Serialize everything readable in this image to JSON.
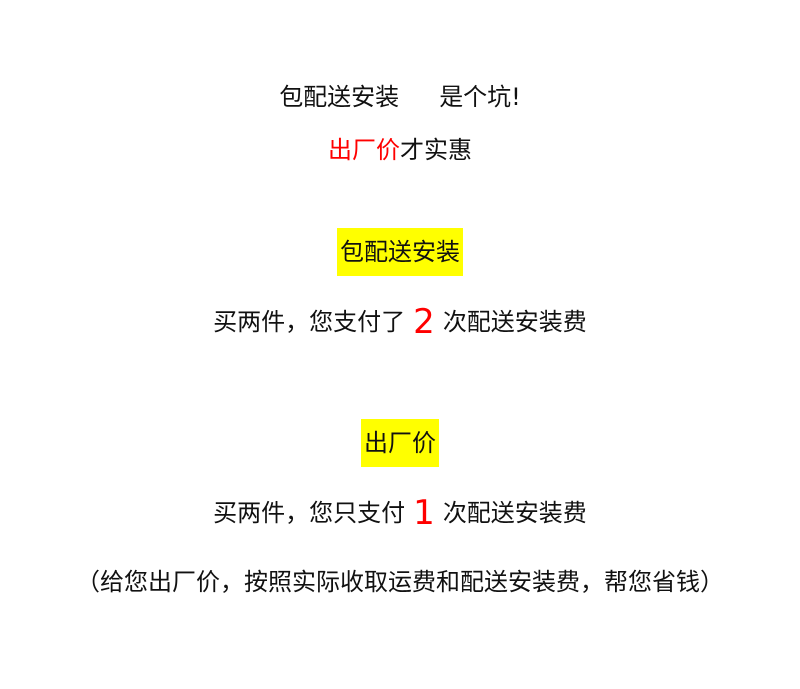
{
  "intro": {
    "line1_part1": "包配送安装",
    "line1_part2": "是个坑!",
    "line2_red": "出厂价",
    "line2_rest": "才实惠"
  },
  "section_delivery": {
    "badge": "包配送安装",
    "text_before": "买两件，您支付了",
    "number": "2",
    "text_after": "次配送安装费"
  },
  "section_factory": {
    "badge": "出厂价",
    "text_before": "买两件，您只支付",
    "number": "1",
    "text_after": "次配送安装费"
  },
  "footnote": "（给您出厂价，按照实际收取运费和配送安装费，帮您省钱）",
  "colors": {
    "accent_red": "#ff0000",
    "highlight_yellow": "#ffff00",
    "text": "#111111"
  }
}
